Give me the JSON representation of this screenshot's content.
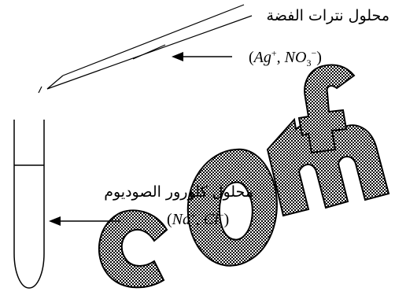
{
  "watermark": {
    "text": "com"
  },
  "silver_nitrate": {
    "label": "محلول نترات الفضة",
    "formula": {
      "open": "(",
      "ion1": "Ag",
      "ion1_charge": "+",
      "sep": ", ",
      "ion2": "NO",
      "ion2_sub": "3",
      "ion2_charge": "−",
      "close": ")"
    }
  },
  "sodium_chloride": {
    "label": "محلول كلورور الصوديوم",
    "formula": {
      "open": "(",
      "ion1": "Na",
      "ion1_charge": "+",
      "sep": ", ",
      "ion2": "Cl",
      "ion2_charge": "−",
      "close": ")"
    }
  }
}
